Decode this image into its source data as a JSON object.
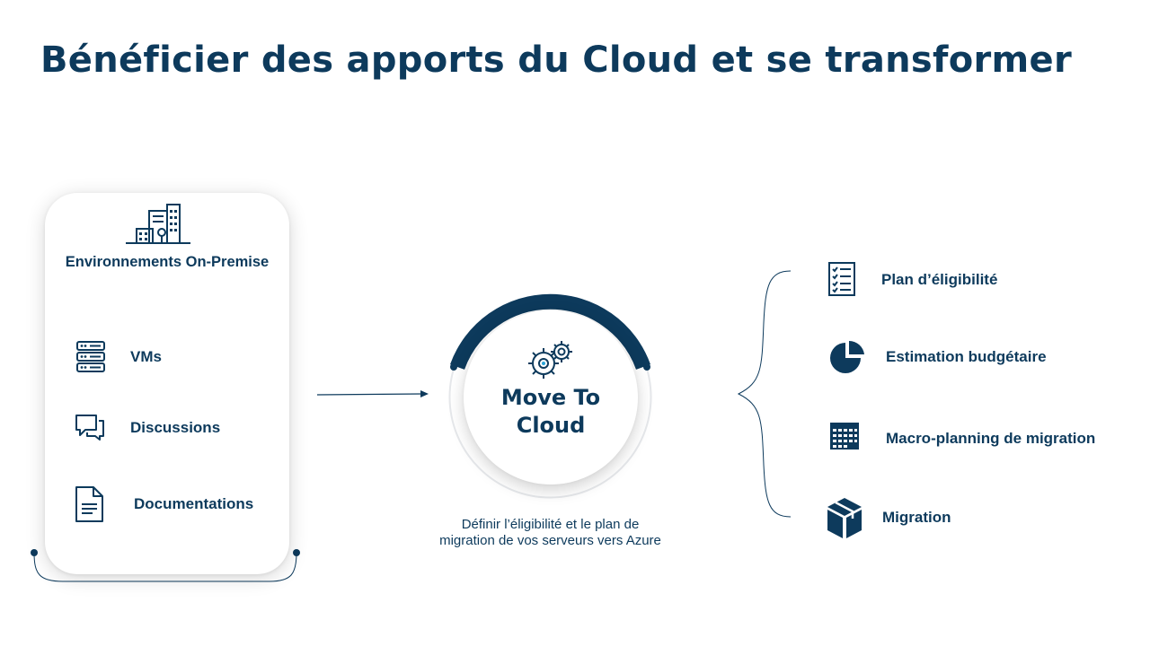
{
  "slide": {
    "title": "Bénéficier des apports du Cloud et se transformer"
  },
  "source": {
    "title": "Environnements On-Premise",
    "icon": "buildings-icon",
    "items": [
      {
        "label": "VMs",
        "icon": "server-icon"
      },
      {
        "label": "Discussions",
        "icon": "chat-icon"
      },
      {
        "label": "Documentations",
        "icon": "document-icon"
      }
    ]
  },
  "center": {
    "title_line1": "Move To",
    "title_line2": "Cloud",
    "icon": "gears-icon",
    "caption_line1": "Définir l’éligibilité et le plan de",
    "caption_line2": "migration de vos serveurs vers Azure"
  },
  "deliverables": [
    {
      "label": "Plan d’éligibilité",
      "icon": "checklist-icon"
    },
    {
      "label": "Estimation budgétaire",
      "icon": "pie-chart-icon"
    },
    {
      "label": "Macro-planning de migration",
      "icon": "calendar-icon"
    },
    {
      "label": "Migration",
      "icon": "box-icon"
    }
  ],
  "colors": {
    "primary": "#0d3a5c",
    "background": "#ffffff"
  }
}
